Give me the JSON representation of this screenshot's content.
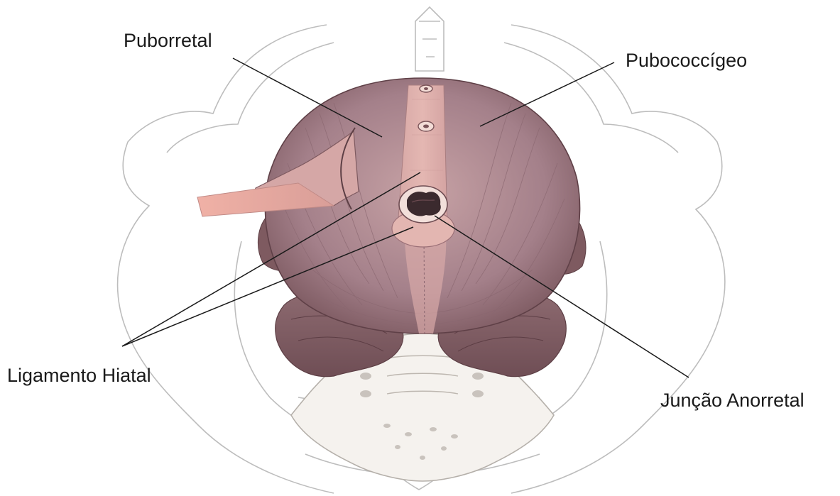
{
  "labels": {
    "puborretal": "Puborretal",
    "pubococcigeo": "Pubococcígeo",
    "ligamento_hiatal": "Ligamento Hiatal",
    "juncao_anorretal": "Junção Anorretal"
  },
  "colors": {
    "muscle": "#a88488",
    "muscle_dark": "#7e5a60",
    "muscle_light": "#c9a3a4",
    "ligament": "#dcaaa6",
    "tendon": "#e8aaa0",
    "bone_line": "#bcbcbc",
    "leader_line": "#1a1a1a",
    "label_text": "#1a1a1a"
  }
}
